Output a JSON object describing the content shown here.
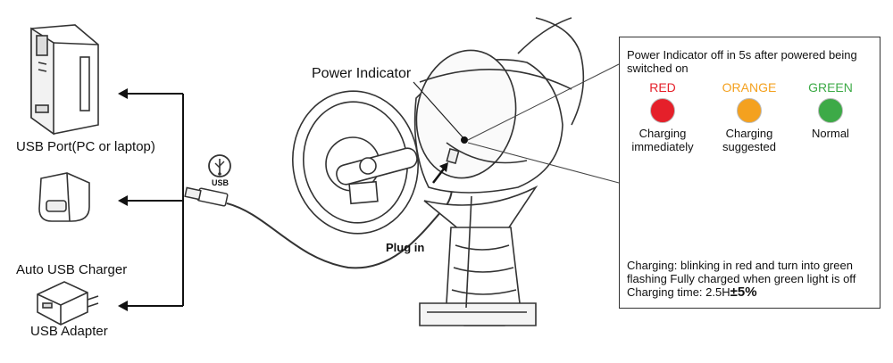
{
  "labels": {
    "power_indicator": "Power Indicator",
    "usb_port": "USB Port(PC or laptop)",
    "auto_usb_charger": "Auto USB Charger",
    "usb_adapter": "USB Adapter",
    "usb_logo": "USB",
    "plug_in": "Plug in"
  },
  "info": {
    "title": "Power Indicator off in 5s after powered being switched on",
    "leds": [
      {
        "name": "RED",
        "desc_line1": "Charging",
        "desc_line2": "immediately",
        "color": "#e5202a"
      },
      {
        "name": "ORANGE",
        "desc_line1": "Charging",
        "desc_line2": "suggested",
        "color": "#f4a11f"
      },
      {
        "name": "GREEN",
        "desc_line1": "Normal",
        "desc_line2": "",
        "color": "#3daa47"
      }
    ],
    "note_line1": "Charging: blinking in red and turn into green",
    "note_line2": "flashing Fully charged when green light is off",
    "note_prefix": "Charging time: 2.5H",
    "note_pct": "±5%"
  },
  "colors": {
    "red": "#e5202a",
    "orange": "#f4a11f",
    "green": "#3daa47",
    "gray_dot": "#b5b5b5",
    "bar_segments": [
      "#e5202a",
      "#ee7a2a",
      "#c9862f",
      "#8a8a38",
      "#3daa47"
    ]
  },
  "icons": [
    "computer-tower-icon",
    "car-charger-icon",
    "wall-adapter-icon",
    "usb-symbol-icon",
    "sun-blink-icon"
  ]
}
